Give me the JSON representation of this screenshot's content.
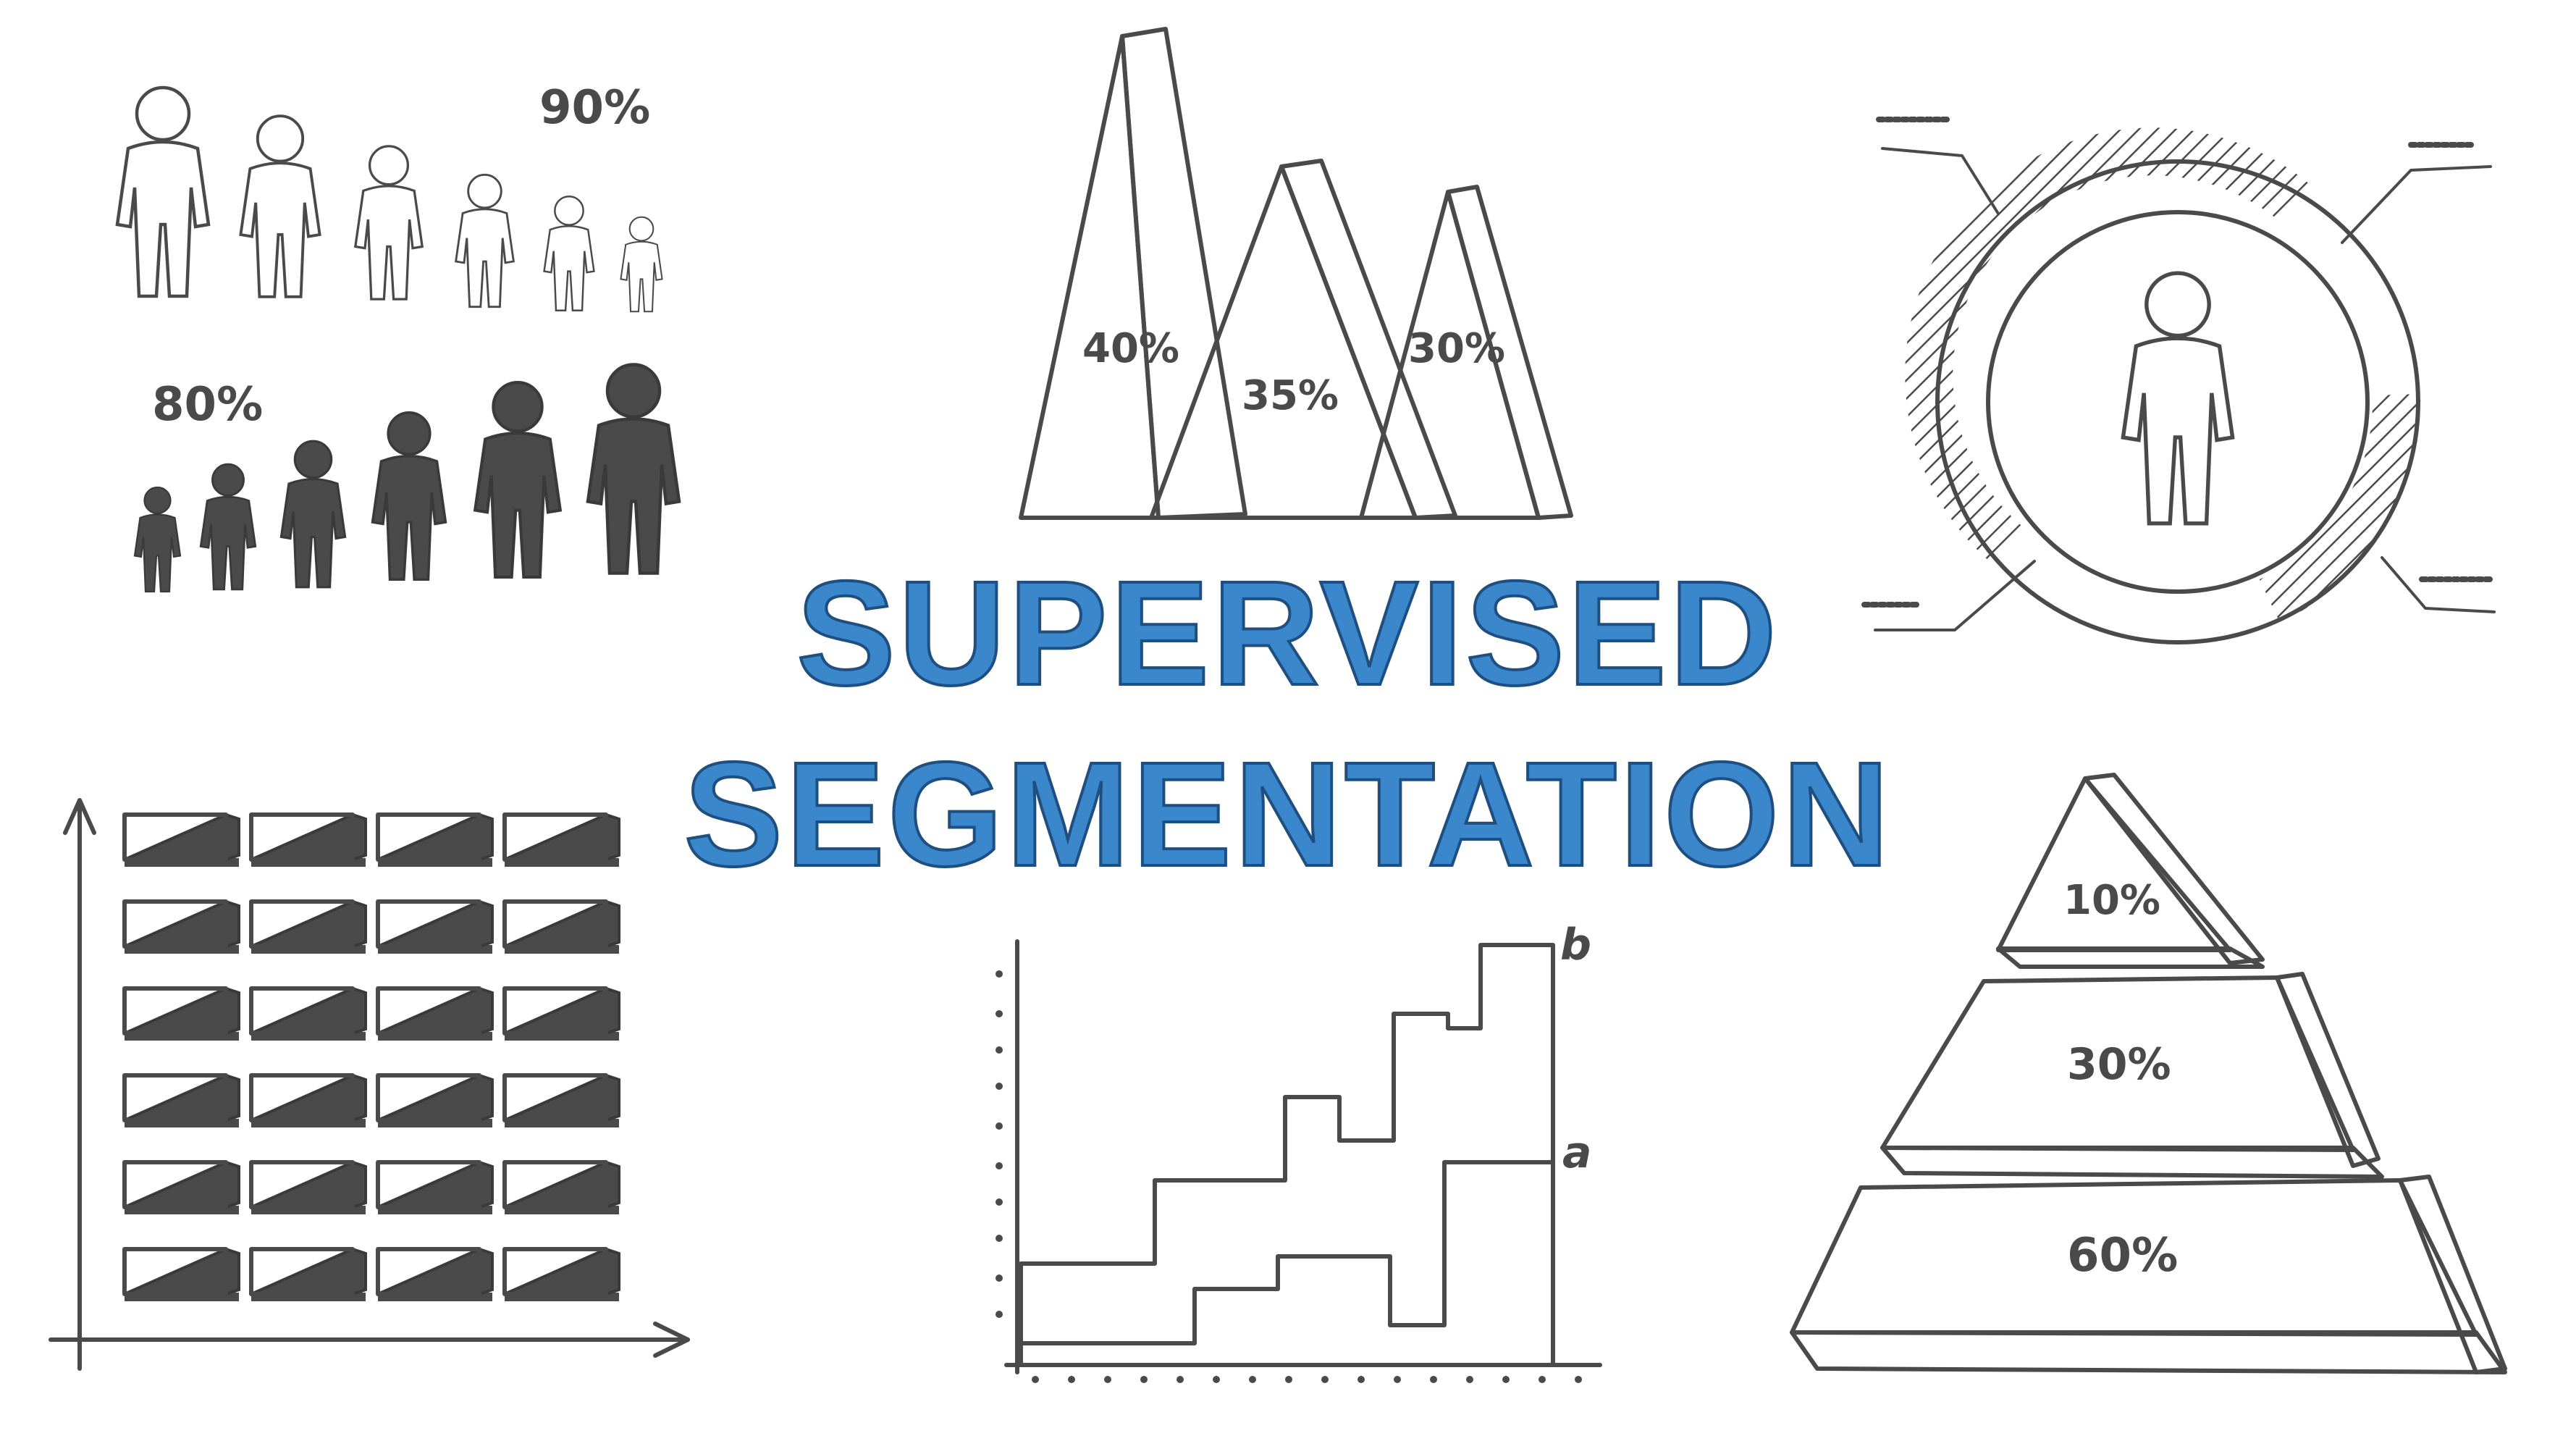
{
  "title": {
    "line1": "SUPERVISED",
    "line2": "SEGMENTATION",
    "color": "#3a87cc"
  },
  "people_chart": {
    "outline_label": "90%",
    "filled_label": "80%"
  },
  "peaks_chart": {
    "labels": [
      "40%",
      "35%",
      "30%"
    ]
  },
  "step_chart": {
    "series_labels": [
      "b",
      "a"
    ]
  },
  "pyramid_chart": {
    "labels": [
      "10%",
      "30%",
      "60%"
    ]
  },
  "ink_color": "#4a4a4a"
}
